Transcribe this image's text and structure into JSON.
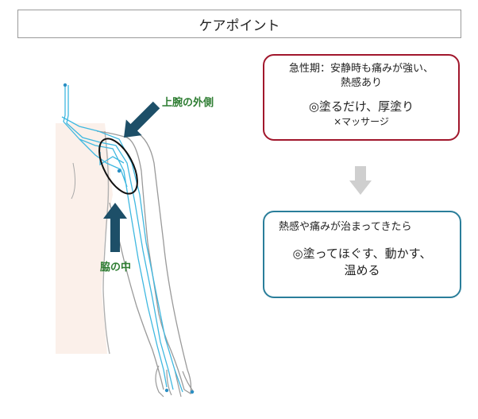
{
  "title": "ケアポイント",
  "labels": {
    "upper_arm_outer": "上腕の外側",
    "armpit_center": "脇の中"
  },
  "acute": {
    "line1": "急性期：安静時も痛みが強い、",
    "line2": "熱感あり",
    "line3": "◎塗るだけ、厚塗り",
    "line4": "×マッサージ"
  },
  "recovery": {
    "line1": "熱感や痛みが治まってきたら",
    "line2": "◎塗ってほぐす、動かす、",
    "line3": "温める"
  },
  "colors": {
    "arrow": "#1d4f68",
    "meridian": "#3fb8e0",
    "acute_border": "#a1172c",
    "recovery_border": "#2a7e9a",
    "label_text": "#2e7d32",
    "down_arrow": "#cfcfcf"
  }
}
